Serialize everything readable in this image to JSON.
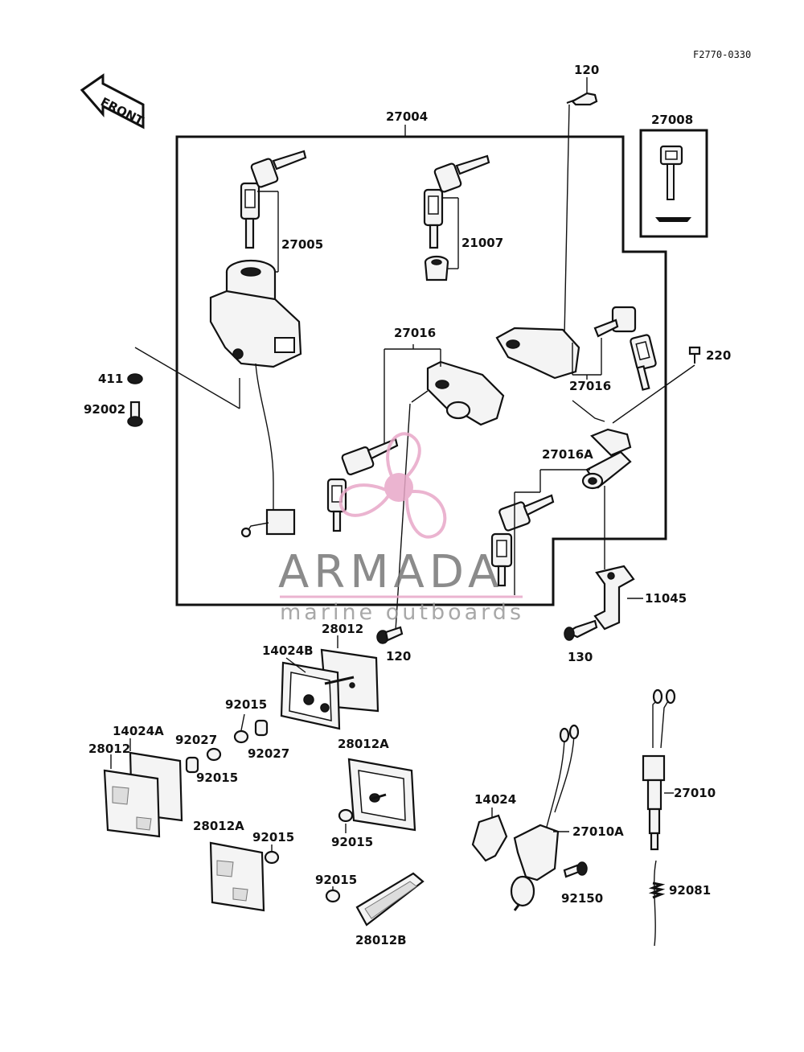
{
  "diagram_code": "F2770-0330",
  "front_arrow_label": "FRONT",
  "watermark": {
    "brand": "ARMADA",
    "tagline": "marine outboards",
    "logo_colors": {
      "pink": "#e8a8c8",
      "pink_dark": "#d988b0"
    }
  },
  "labels": {
    "l_120_top": "120",
    "l_27004": "27004",
    "l_27008": "27008",
    "l_27005": "27005",
    "l_21007": "21007",
    "l_27016_mid": "27016",
    "l_27016_right": "27016",
    "l_220": "220",
    "l_411": "411",
    "l_92002": "92002",
    "l_27016A": "27016A",
    "l_11045": "11045",
    "l_120_bottom": "120",
    "l_130": "130",
    "l_28012_top": "28012",
    "l_14024B": "14024B",
    "l_92015_a": "92015",
    "l_92027_a": "92027",
    "l_14024A": "14024A",
    "l_92027_b": "92027",
    "l_28012_left": "28012",
    "l_92015_b": "92015",
    "l_28012A_mid": "28012A",
    "l_28012A_left": "28012A",
    "l_92015_c": "92015",
    "l_92015_d": "92015",
    "l_92015_e": "92015",
    "l_28012B": "28012B",
    "l_14024": "14024",
    "l_27010A": "27010A",
    "l_92150": "92150",
    "l_27010": "27010",
    "l_92081": "92081"
  }
}
